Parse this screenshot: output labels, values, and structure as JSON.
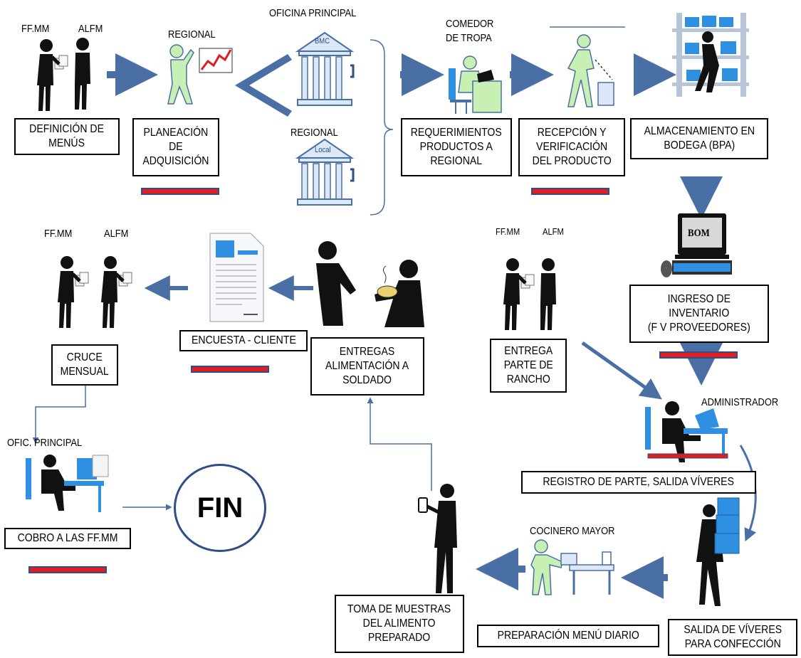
{
  "header": {
    "oficina_principal": "OFICINA PRINCIPAL",
    "regional_top": "REGIONAL",
    "regional_mid": "REGIONAL",
    "comedor": "COMEDOR\nDE TROPA",
    "administrador": "ADMINISTRADOR",
    "cocinero": "COCINERO MAYOR",
    "ofic_principal": "OFIC. PRINCIPAL"
  },
  "actors": {
    "ffmm_1": "FF.MM",
    "alfm_1": "ALFM",
    "ffmm_2": "FF.MM",
    "alfm_2": "ALFM",
    "ffmm_3": "FF.MM",
    "alfm_3": "ALFM"
  },
  "icons": {
    "bmc": "BMC",
    "local": "Local",
    "bom": "BOM"
  },
  "steps": {
    "definicion": "DEFINICIÓN  DE\nMENÚS",
    "planeacion": "PLANEACIÓN\nDE\nADQUISICIÓN",
    "requerimientos": "REQUERIMIENTOS\nPRODUCTOS A\nREGIONAL",
    "recepcion": "RECEPCIÓN Y\nVERIFICACIÓN\nDEL PRODUCTO",
    "almacenamiento": "ALMACENAMIENTO  EN\nBODEGA (BPA)",
    "ingreso": "INGRESO DE\nINVENTARIO\n(F V PROVEEDORES)",
    "entrega_parte": "ENTREGA\nPARTE DE\nRANCHO",
    "entregas_alim": "ENTREGAS\nALIMENTACIÓN A\nSOLDADO",
    "encuesta": "ENCUESTA - CLIENTE",
    "cruce": "CRUCE\nMENSUAL",
    "registro": "REGISTRO DE PARTE, SALIDA VÍVERES",
    "salida": "SALIDA DE VÍVERES\nPARA CONFECCIÓN",
    "preparacion": "PREPARACIÓN MENÚ DIARIO",
    "toma": "TOMA DE MUESTRAS\nDEL ALIMENTO\nPREPARADO",
    "cobro": "COBRO A LAS FF.MM",
    "fin": "FIN"
  },
  "colors": {
    "arrow": "#4a6fa5",
    "red_bar": "#e01e1e",
    "person": "#111111",
    "light_figure": "#c8f0b4",
    "building": "#dce8f8",
    "accent_blue": "#2f8fe0"
  }
}
